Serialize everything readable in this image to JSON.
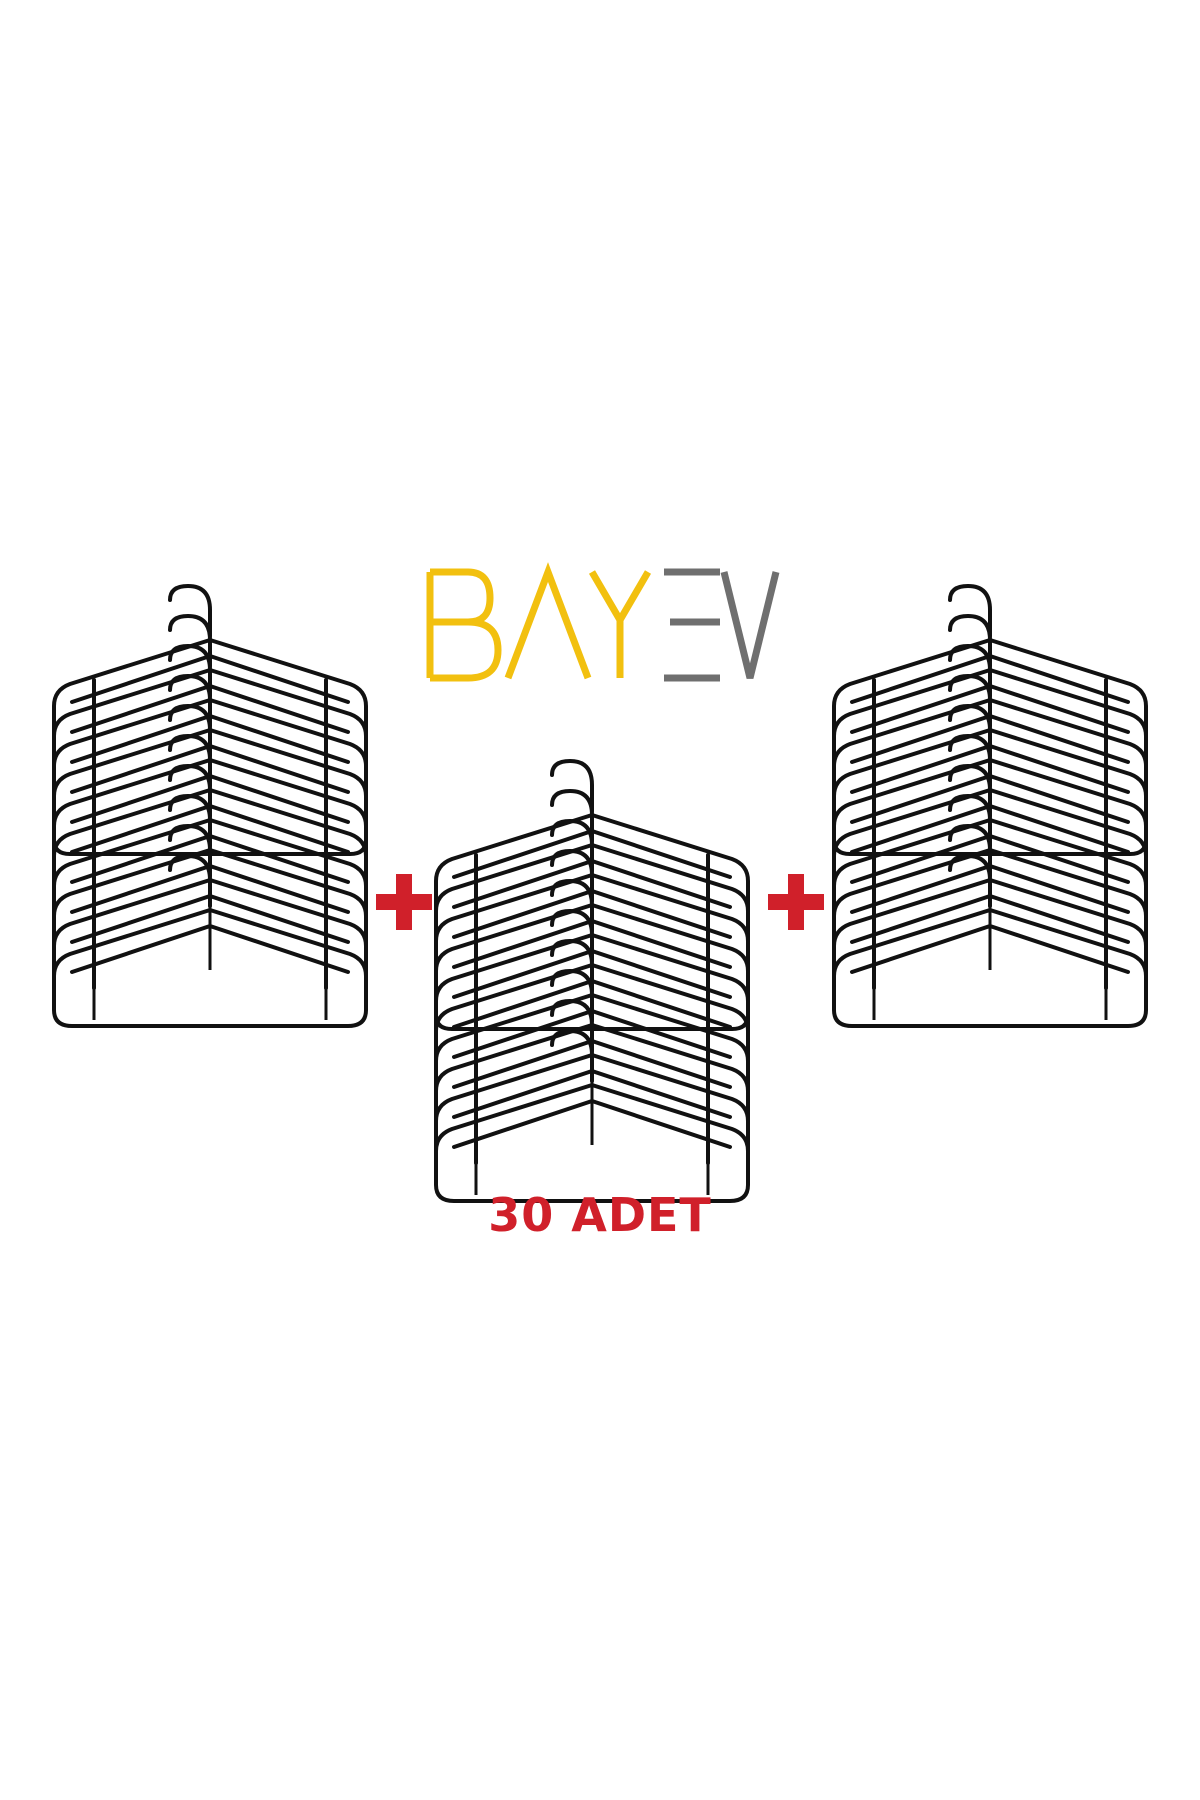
{
  "brand": {
    "logo_text": "BAYEV",
    "logo_part_1": "BAY",
    "logo_part_2": "EV",
    "color_primary": "#f2c00f",
    "color_secondary": "#6f6f6f"
  },
  "product": {
    "quantity_label": "30 ADET",
    "bundle_count": 3,
    "hangers_per_bundle": 10,
    "hanger_color": "#111111",
    "plus_color": "#d0202a"
  },
  "icons": [
    "hanger-bundle-icon",
    "plus-icon"
  ]
}
